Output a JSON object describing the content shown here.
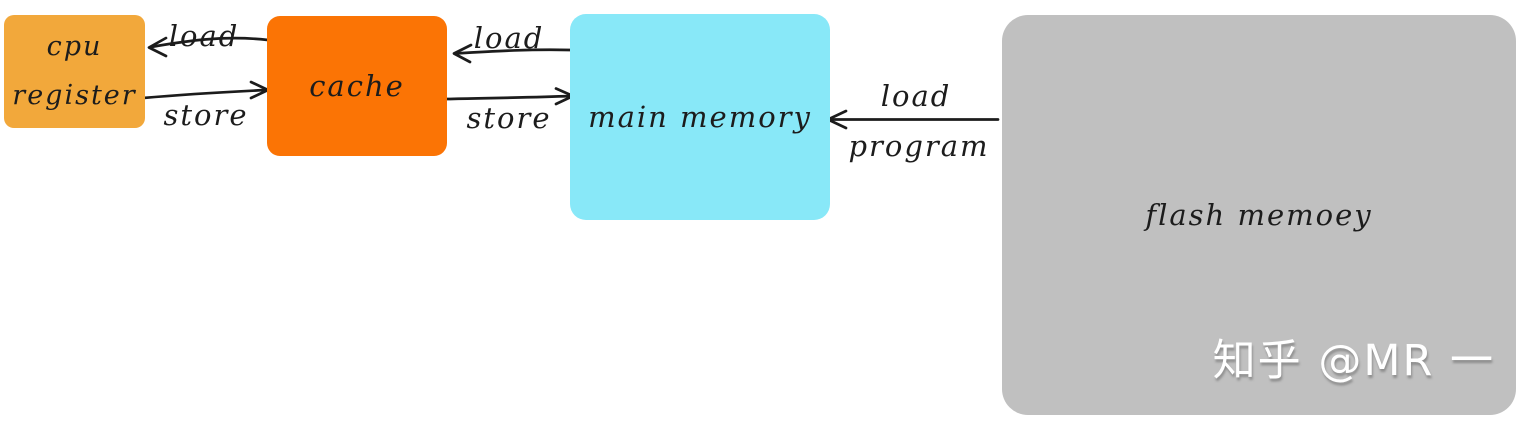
{
  "diagram": {
    "ink_color": "#1c1c1c",
    "background_color": "#ffffff",
    "nodes": [
      {
        "id": "cpu-register",
        "label_lines": [
          "cpu",
          "register"
        ],
        "color": "#F2A83B"
      },
      {
        "id": "cache",
        "label": "cache",
        "color": "#FB7405"
      },
      {
        "id": "main-memory",
        "label": "main memory",
        "color": "#88E8F8"
      },
      {
        "id": "flash-memory",
        "label": "flash memoey",
        "color": "#C0C0C0"
      }
    ],
    "edges": [
      {
        "from": "cache",
        "to": "cpu register",
        "label": "load"
      },
      {
        "from": "cpu register",
        "to": "cache",
        "label": "store"
      },
      {
        "from": "main memory",
        "to": "cache",
        "label": "load"
      },
      {
        "from": "cache",
        "to": "main memory",
        "label": "store"
      },
      {
        "from": "flash memory",
        "to": "main memory",
        "label_lines": [
          "load",
          "program"
        ]
      }
    ],
    "watermark": {
      "text": "知乎 @MR 一",
      "color": "#ffffff"
    }
  }
}
